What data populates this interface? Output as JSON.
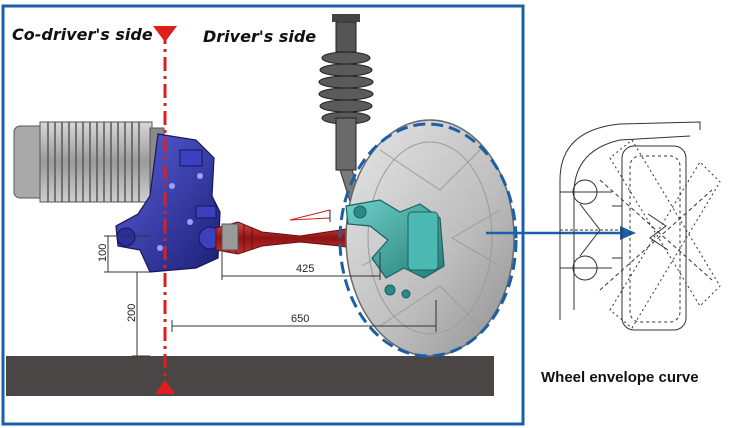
{
  "labels": {
    "co_driver_side": "Co-driver's side",
    "driver_side": "Driver's side",
    "envelope_caption": "Wheel envelope curve"
  },
  "dimensions": {
    "d100": "100",
    "d200": "200",
    "d425": "425",
    "d650": "650"
  },
  "colors": {
    "frame_border": "#1a5fa8",
    "centerline": "#e01e1e",
    "ground": "#4a4646",
    "differential": "#2b2f9e",
    "driveshaft": "#b81e1e",
    "hub_carrier": "#3aa7a3",
    "wheel": "#cfcfcf",
    "envelope_arrow": "#1a5fa8"
  }
}
